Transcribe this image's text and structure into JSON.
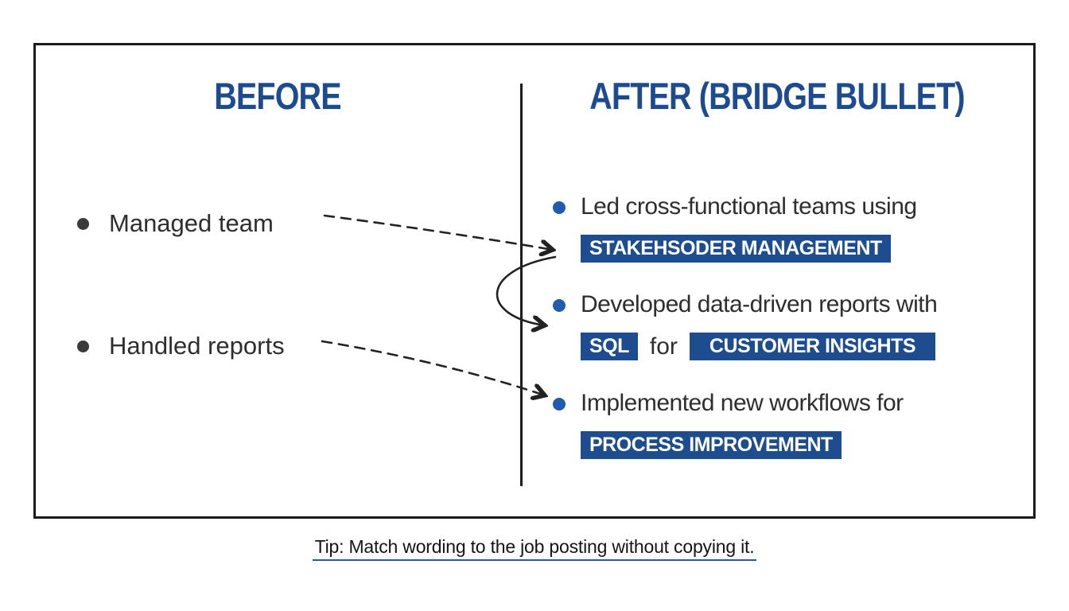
{
  "panel": {
    "before": {
      "heading": "BEFORE",
      "items": [
        "Managed team",
        "Handled reports"
      ]
    },
    "after": {
      "heading": "AFTER (BRIDGE BULLET)",
      "items": [
        {
          "text": "Led cross-functional teams using",
          "keyword": "STAKEHSODER MANAGEMENT"
        },
        {
          "text": "Developed data-driven reports with",
          "keyword1": "SQL",
          "connector": "for",
          "keyword2": "CUSTOMER INSIGHTS"
        },
        {
          "text": "Implemented new workflows for",
          "keyword": "PROCESS IMPROVEMENT"
        }
      ]
    }
  },
  "tip": "Tip: Match wording to the job posting without copying it.",
  "colors": {
    "heading_blue": "#1c4b90",
    "highlight_bg": "#1d4d8e",
    "highlight_text": "#ffffff",
    "bullet_blue": "#1f5cad",
    "bullet_dark": "#3a3a3a",
    "body_text": "#2e2e2e",
    "arrow": "#222222",
    "border": "#1c1c1c",
    "underline": "#2b57a5"
  }
}
